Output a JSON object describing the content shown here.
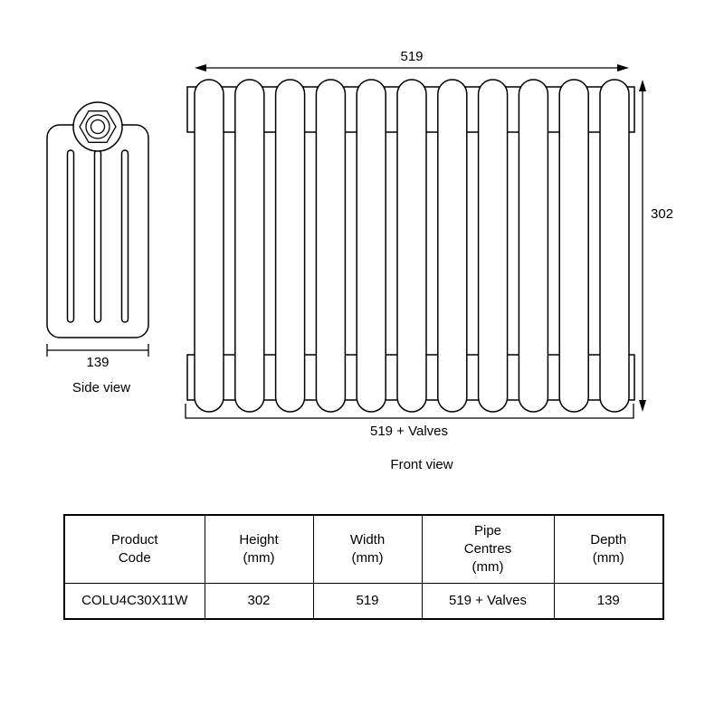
{
  "side_view": {
    "caption": "Side view",
    "depth_label": "139"
  },
  "front_view": {
    "caption": "Front view",
    "width_label": "519",
    "height_label": "302",
    "pipe_centres_label": "519 + Valves"
  },
  "table": {
    "headers": [
      "Product\nCode",
      "Height\n(mm)",
      "Width\n(mm)",
      "Pipe\nCentres\n(mm)",
      "Depth\n(mm)"
    ],
    "rows": [
      [
        "COLU4C30X11W",
        "302",
        "519",
        "519 + Valves",
        "139"
      ]
    ]
  },
  "colors": {
    "line": "#000000",
    "background": "#ffffff"
  }
}
